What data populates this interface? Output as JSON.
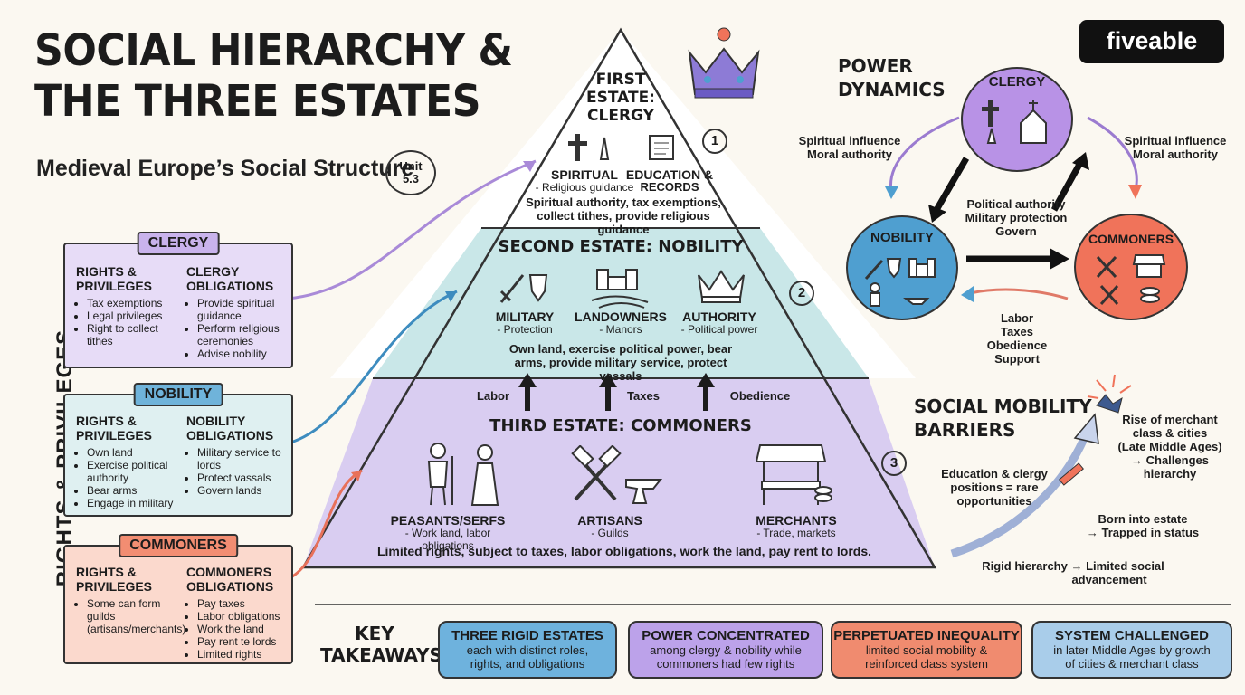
{
  "title_line1": "SOCIAL HIERARCHY &",
  "title_line2": "THE THREE ESTATES",
  "subtitle": "Medieval Europe’s Social Structure",
  "unit_line1": "Unit",
  "unit_line2": "5.3",
  "vertical_label": "RIGHTS & PRIVILEGES",
  "brand": "fiveable",
  "cards": {
    "clergy": {
      "tag": "CLERGY",
      "rights_title": "RIGHTS & PRIVILEGES",
      "rights": [
        "Tax exemptions",
        "Legal privileges",
        "Right to collect tithes"
      ],
      "obligations_title": "CLERGY OBLIGATIONS",
      "obligations": [
        "Provide spiritual guidance",
        "Perform religious ceremonies",
        "Advise nobility"
      ]
    },
    "nobility": {
      "tag": "NOBILITY",
      "rights_title": "RIGHTS & PRIVILEGES",
      "rights": [
        "Own land",
        "Exercise political authority",
        "Bear arms",
        "Engage in military"
      ],
      "obligations_title": "NOBILITY OBLIGATIONS",
      "obligations": [
        "Military service to lords",
        "Protect vassals",
        "Govern lands"
      ]
    },
    "commoners": {
      "tag": "COMMONERS",
      "rights_title": "RIGHTS & PRIVILEGES",
      "rights": [
        "Some can form guilds (artisans/merchants)"
      ],
      "obligations_title": "COMMONERS OBLIGATIONS",
      "obligations": [
        "Pay taxes",
        "Labor obligations",
        "Work the land",
        "Pay rent te lords",
        "Limited rights"
      ]
    }
  },
  "pyramid": {
    "first": {
      "title_l1": "FIRST",
      "title_l2": "ESTATE:",
      "title_l3": "CLERGY",
      "number": "1",
      "item1_title": "SPIRITUAL",
      "item1_sub": "- Religious guidance",
      "item2_title": "EDUCATION &",
      "item2_sub": "RECORDS",
      "desc": "Spiritual authority, tax exemptions, collect tithes, provide religious guidance"
    },
    "second": {
      "title": "SECOND ESTATE: NOBILITY",
      "number": "2",
      "items": [
        {
          "title": "MILITARY",
          "sub": "- Protection"
        },
        {
          "title": "LANDOWNERS",
          "sub": "- Manors"
        },
        {
          "title": "AUTHORITY",
          "sub": "- Political power"
        }
      ],
      "desc": "Own land, exercise political power, bear arms, provide military service, protect vassals"
    },
    "flows": [
      "Labor",
      "Taxes",
      "Obedience"
    ],
    "third": {
      "title": "THIRD ESTATE: COMMONERS",
      "number": "3",
      "items": [
        {
          "title": "PEASANTS/SERFS",
          "sub": "- Work land, labor obligations"
        },
        {
          "title": "ARTISANS",
          "sub": "- Guilds"
        },
        {
          "title": "MERCHANTS",
          "sub": "- Trade, markets"
        }
      ],
      "desc": "Limited rights, subject to taxes, labor obligations, work the land, pay rent to lords."
    }
  },
  "power": {
    "title_l1": "POWER",
    "title_l2": "DYNAMICS",
    "clergy": "CLERGY",
    "nobility": "NOBILITY",
    "commoners": "COMMONERS",
    "left_l1": "Spiritual influence",
    "left_l2": "Moral authority",
    "right_l1": "Spiritual influence",
    "right_l2": "Moral authority",
    "mid_l1": "Political authority",
    "mid_l2": "Military protection",
    "mid_l3": "Govern",
    "bottom": [
      "Labor",
      "Taxes",
      "Obedience",
      "Support"
    ]
  },
  "mobility": {
    "title_l1": "SOCIAL MOBILITY",
    "title_l2": "BARRIERS",
    "note1": [
      "Rise of merchant",
      "class & cities",
      "(Late Middle Ages)",
      "→ Challenges",
      "hierarchy"
    ],
    "note2": [
      "Education & clergy",
      "positions = rare",
      "opportunities"
    ],
    "note3": [
      "Born into estate",
      "→ Trapped in status"
    ],
    "note4": [
      "Rigid hierarchy → Limited social",
      "advancement"
    ]
  },
  "takeaways": {
    "label_l1": "KEY",
    "label_l2": "TAKEAWAYS",
    "items": [
      {
        "title": "THREE RIGID ESTATES",
        "l1": "each with distinct roles,",
        "l2": "rights, and obligations"
      },
      {
        "title": "POWER CONCENTRATED",
        "l1": "among clergy & nobility while",
        "l2": "commoners had few rights"
      },
      {
        "title": "PERPETUATED INEQUALITY",
        "l1": "limited social mobility &",
        "l2": "reinforced class system"
      },
      {
        "title": "SYSTEM CHALLENGED",
        "l1": "in later Middle Ages by growth",
        "l2": "of cities & merchant class"
      }
    ]
  },
  "colors": {
    "clergy": "#c9b3ec",
    "nobility": "#bfe3e6",
    "commoners": "#f7b7a3",
    "pyramid_third": "#d9cdf1",
    "node_clergy": "#b892e6",
    "node_nobility": "#4f9fd0",
    "node_commoners": "#f0735a",
    "ta_blue": "#6eb2dd",
    "ta_purple": "#bca2ea",
    "ta_orange": "#f08b6f",
    "ta_lightblue": "#a9cdea"
  }
}
